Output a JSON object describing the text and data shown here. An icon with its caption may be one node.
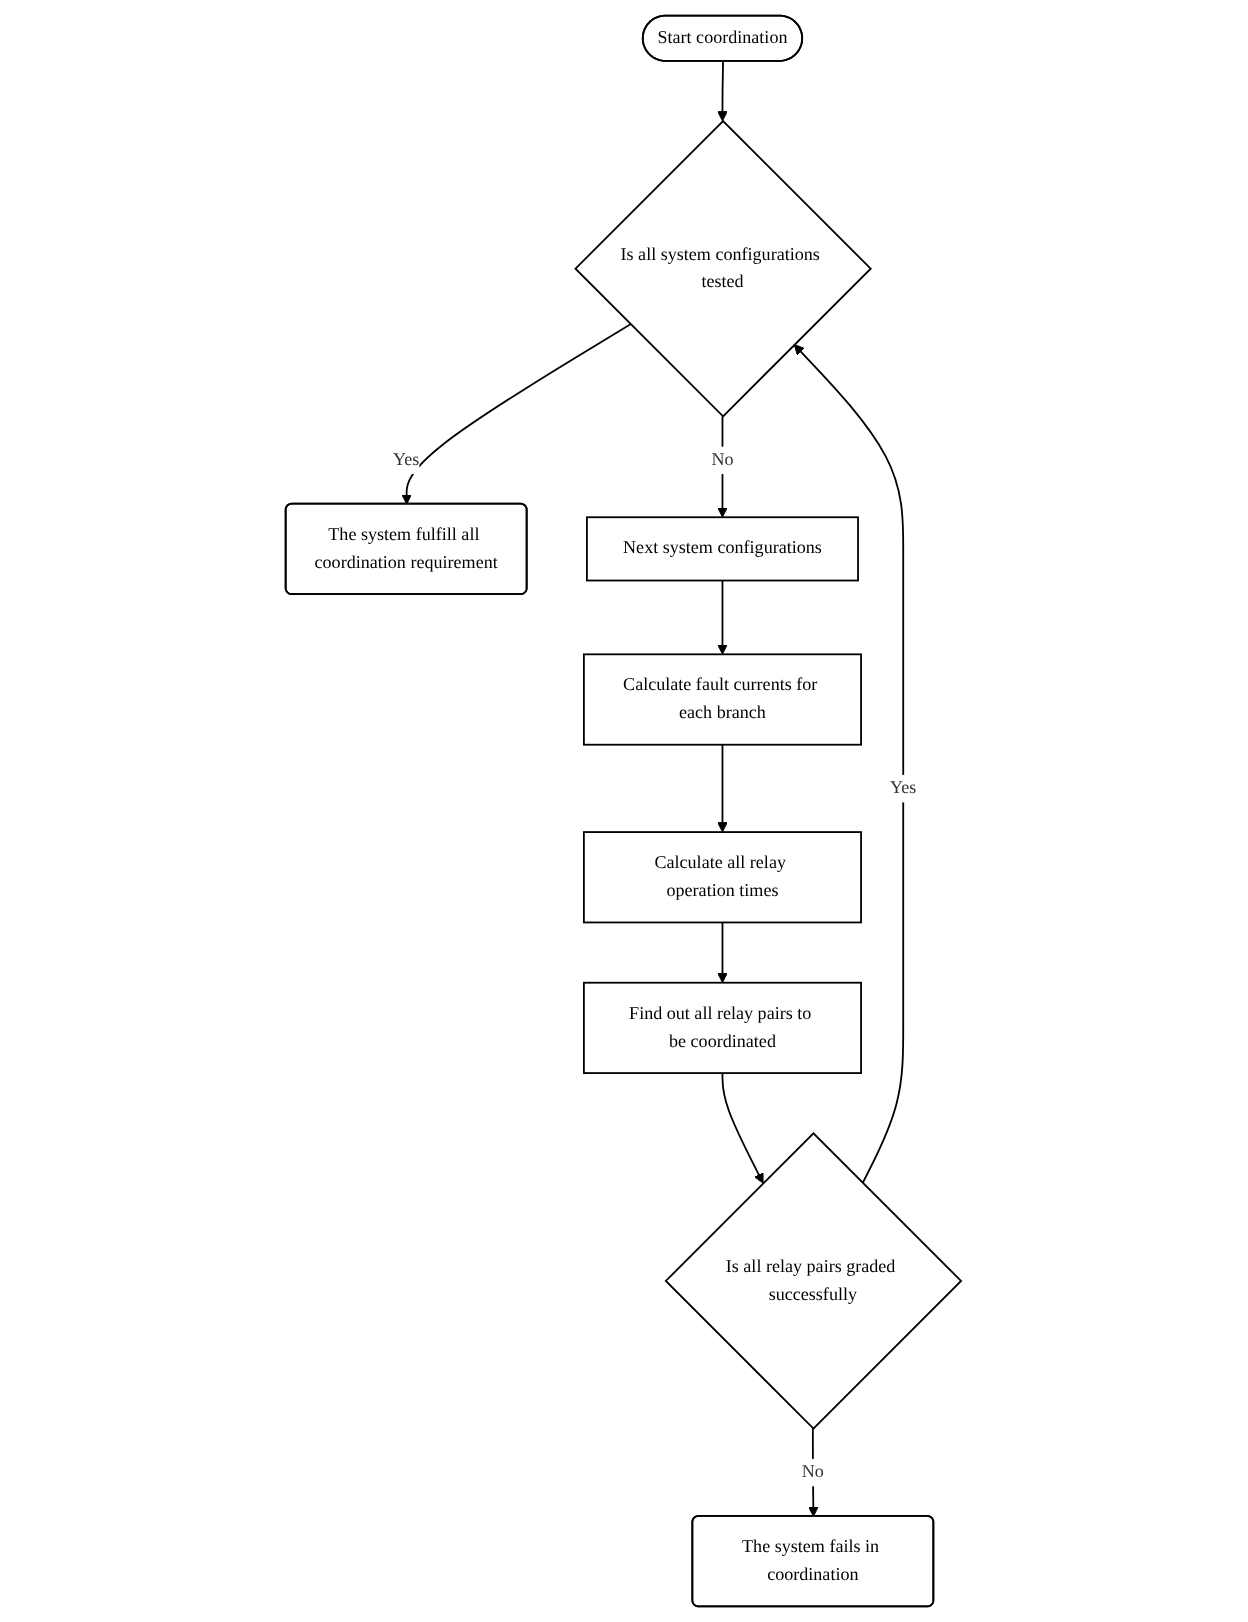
{
  "diagram": {
    "nodes": [
      {
        "text": [
          "Start coordination"
        ]
      },
      {
        "text": [
          "Is all system configurations tested"
        ]
      },
      {
        "text": [
          "The system fulfill all coordination requirement"
        ]
      },
      {
        "text": [
          "Next system configurations"
        ]
      },
      {
        "text": [
          "Calculate fault currents for each branch"
        ]
      },
      {
        "text": [
          "Calculate all relay operation times"
        ]
      },
      {
        "text": [
          "Find out all relay pairs to be coordinated"
        ]
      },
      {
        "text": [
          "Is all relay pairs graded successfully"
        ]
      },
      {
        "text": [
          "The system fails in coordination"
        ]
      }
    ],
    "edges": [
      {
        "from": 0,
        "to": 1,
        "arrow": "to"
      },
      {
        "from": 1,
        "to": 2,
        "label": "Yes",
        "arrow": "to"
      },
      {
        "from": 1,
        "to": 3,
        "label": "No",
        "arrow": "to"
      },
      {
        "from": 3,
        "to": 4,
        "arrow": "to"
      },
      {
        "from": 4,
        "to": 5,
        "arrow": "to"
      },
      {
        "from": 5,
        "to": 6,
        "arrow": "to"
      },
      {
        "from": 6,
        "to": 7,
        "arrow": "to"
      },
      {
        "from": 7,
        "to": 1,
        "label": "Yes",
        "arrow": "to"
      },
      {
        "from": 7,
        "to": 8,
        "label": "No",
        "arrow": "to"
      }
    ]
  }
}
